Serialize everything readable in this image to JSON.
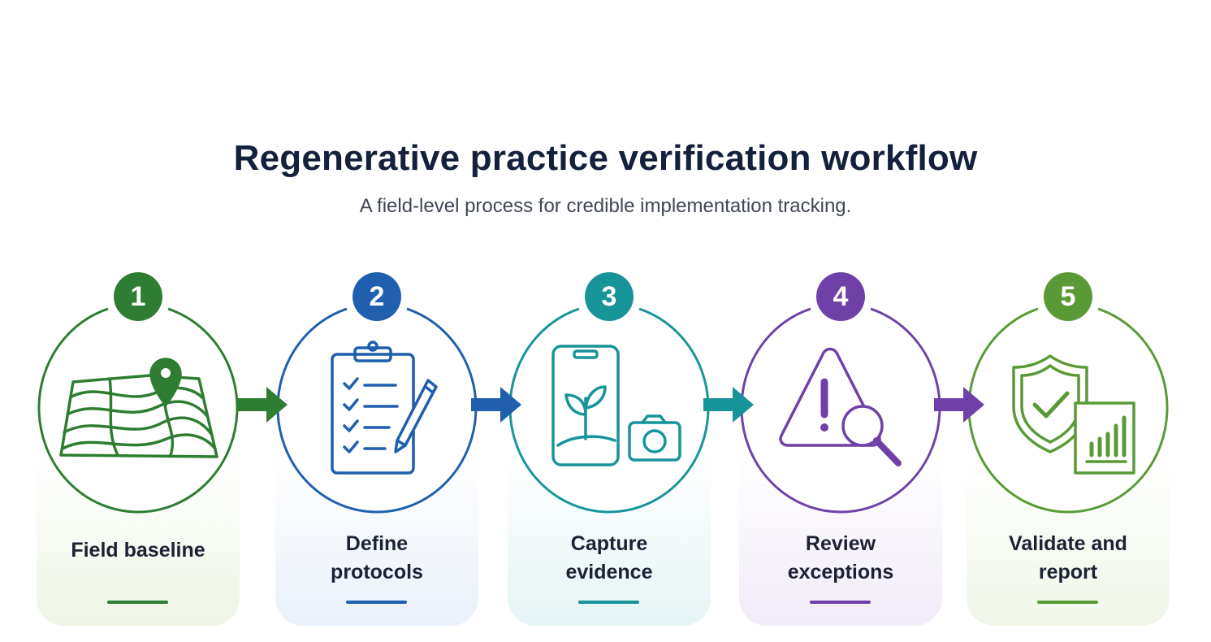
{
  "header": {
    "title": "Regenerative practice verification workflow",
    "subtitle": "A field-level process for credible implementation tracking."
  },
  "steps": [
    {
      "number": "1",
      "label_line1": "Field baseline",
      "label_line2": "",
      "icon": "map-pin-icon",
      "color": "#2e7d32",
      "tint": "#eef6e6"
    },
    {
      "number": "2",
      "label_line1": "Define",
      "label_line2": "protocols",
      "icon": "clipboard-checklist-icon",
      "color": "#1f5fae",
      "tint": "#eaf1fa"
    },
    {
      "number": "3",
      "label_line1": "Capture",
      "label_line2": "evidence",
      "icon": "phone-camera-icon",
      "color": "#17949a",
      "tint": "#e6f4f5"
    },
    {
      "number": "4",
      "label_line1": "Review",
      "label_line2": "exceptions",
      "icon": "warning-magnifier-icon",
      "color": "#6f41a8",
      "tint": "#f1ebf8"
    },
    {
      "number": "5",
      "label_line1": "Validate and",
      "label_line2": "report",
      "icon": "shield-report-icon",
      "color": "#5a9a36",
      "tint": "#f0f7e9"
    }
  ],
  "arrows": [
    {
      "name": "arrow-1-to-2",
      "color": "#2e7d32"
    },
    {
      "name": "arrow-2-to-3",
      "color": "#1f5fae"
    },
    {
      "name": "arrow-3-to-4",
      "color": "#17949a"
    },
    {
      "name": "arrow-4-to-5",
      "color": "#6f41a8"
    }
  ]
}
